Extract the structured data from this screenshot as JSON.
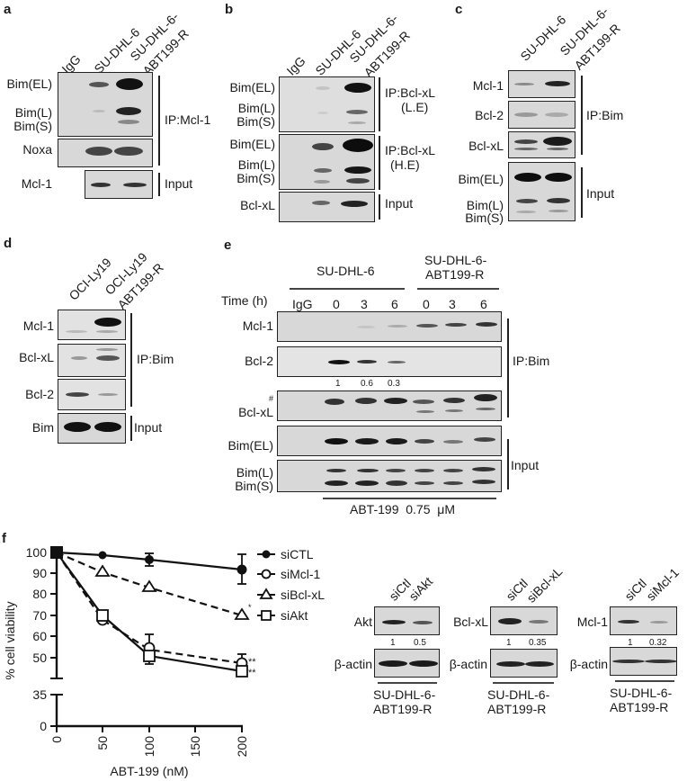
{
  "figure": {
    "panel_a": {
      "letter": "a",
      "lanes": [
        "IgG",
        "SU-DHL-6",
        "SU-DHL-6-",
        "ABT199-R"
      ],
      "rows": [
        "Bim(EL)",
        "Bim(L)",
        "Bim(S)",
        "Noxa",
        "Mcl-1"
      ],
      "groups": [
        "IP:Mcl-1",
        "Input"
      ]
    },
    "panel_b": {
      "letter": "b",
      "lanes": [
        "IgG",
        "SU-DHL-6",
        "SU-DHL-6-",
        "ABT199-R"
      ],
      "rows_le": [
        "Bim(EL)",
        "Bim(L)",
        "Bim(S)"
      ],
      "rows_he": [
        "Bim(EL)",
        "Bim(L)",
        "Bim(S)"
      ],
      "row_input": "Bcl-xL",
      "groups": [
        "IP:Bcl-xL",
        "(L.E)",
        "IP:Bcl-xL",
        "(H.E)",
        "Input"
      ]
    },
    "panel_c": {
      "letter": "c",
      "lanes": [
        "SU-DHL-6",
        "SU-DHL-6-",
        "ABT199-R"
      ],
      "rows": [
        "Mcl-1",
        "Bcl-2",
        "Bcl-xL",
        "Bim(EL)",
        "Bim(L)",
        "Bim(S)"
      ],
      "groups": [
        "IP:Bim",
        "Input"
      ]
    },
    "panel_d": {
      "letter": "d",
      "lanes": [
        "OCI-Ly19",
        "OCI-Ly19",
        "ABT199-R"
      ],
      "rows": [
        "Mcl-1",
        "Bcl-xL",
        "Bcl-2",
        "Bim"
      ],
      "groups": [
        "IP:Bim",
        "Input"
      ]
    },
    "panel_e": {
      "letter": "e",
      "group1": "SU-DHL-6",
      "group2_line1": "SU-DHL-6-",
      "group2_line2": "ABT199-R",
      "time_label": "Time (h)",
      "lanes": [
        "IgG",
        "0",
        "3",
        "6",
        "0",
        "3",
        "6"
      ],
      "rows": [
        "Mcl-1",
        "Bcl-2",
        "#",
        "Bcl-xL",
        "Bim(EL)",
        "Bim(L)",
        "Bim(S)"
      ],
      "bcl2_quant": [
        "1",
        "0.6",
        "0.3"
      ],
      "groups": [
        "IP:Bim",
        "Input"
      ],
      "treatment": "ABT-199  0.75  μM"
    },
    "panel_f": {
      "letter": "f",
      "blots": [
        {
          "lanes": [
            "siCtl",
            "siAkt"
          ],
          "target": "Akt",
          "quant": [
            "1",
            "0.5"
          ],
          "loading": "β-actin",
          "cell_line_1": "SU-DHL-6-",
          "cell_line_2": "ABT199-R"
        },
        {
          "lanes": [
            "siCtl",
            "siBcl-xL"
          ],
          "target": "Bcl-xL",
          "quant": [
            "1",
            "0.35"
          ],
          "loading": "β-actin",
          "cell_line_1": "SU-DHL-6-",
          "cell_line_2": "ABT199-R"
        },
        {
          "lanes": [
            "siCtl",
            "siMcl-1"
          ],
          "target": "Mcl-1",
          "quant": [
            "1",
            "0.32"
          ],
          "loading": "β-actin",
          "cell_line_1": "SU-DHL-6-",
          "cell_line_2": "ABT199-R"
        }
      ]
    }
  },
  "chart_data": {
    "type": "line",
    "title": "",
    "xlabel": "ABT-199 (nM)",
    "ylabel": "% cell viability",
    "x": [
      0,
      50,
      100,
      200
    ],
    "xticks": [
      "0",
      "50",
      "100",
      "150",
      "200"
    ],
    "yticks": [
      "0",
      "35",
      "50",
      "60",
      "70",
      "80",
      "90",
      "100"
    ],
    "ylim": [
      0,
      100
    ],
    "axis_break": [
      35,
      42
    ],
    "legend_position": "right",
    "grid": false,
    "series": [
      {
        "name": "siCTL",
        "marker": "filled-circle",
        "line": "solid",
        "values": [
          100,
          98.5,
          96.5,
          92
        ],
        "errors": [
          0,
          0,
          3,
          7
        ],
        "significance": ""
      },
      {
        "name": "siMcl-1",
        "marker": "open-circle",
        "line": "dashed",
        "values": [
          100,
          68,
          54,
          47.5
        ],
        "errors": [
          0,
          0,
          7,
          4
        ],
        "significance": "**"
      },
      {
        "name": "siBcl-xL",
        "marker": "open-triangle",
        "line": "dashed",
        "values": [
          100,
          90.5,
          83.5,
          70
        ],
        "errors": [
          0,
          0,
          0,
          0
        ],
        "significance": "*"
      },
      {
        "name": "siAkt",
        "marker": "open-square",
        "line": "solid",
        "values": [
          100,
          70,
          51,
          43.5
        ],
        "errors": [
          0,
          0,
          4,
          0
        ],
        "significance": "**"
      }
    ]
  }
}
